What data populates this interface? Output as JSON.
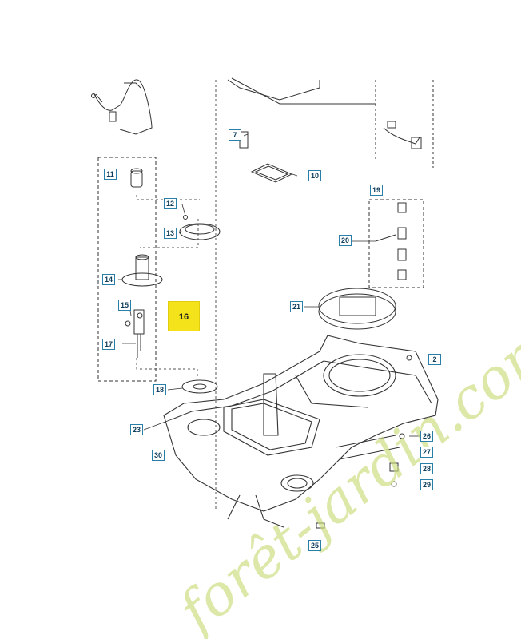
{
  "callouts": {
    "c7": "7",
    "c10": "10",
    "c11": "11",
    "c12": "12",
    "c13": "13",
    "c14": "14",
    "c15": "15",
    "c16": "16",
    "c17": "17",
    "c18": "18",
    "c19": "19",
    "c20": "20",
    "c21": "21",
    "c2": "2",
    "c23": "23",
    "c26": "26",
    "c27": "27",
    "c28": "28",
    "c29": "29",
    "c30": "30",
    "c25": "25"
  },
  "watermark": {
    "text": "forêt-jardin.com",
    "color": "#c8dd7a"
  },
  "colors": {
    "callout_border": "#2a7fa8",
    "highlight": "#f4e21a",
    "line": "#333333"
  }
}
